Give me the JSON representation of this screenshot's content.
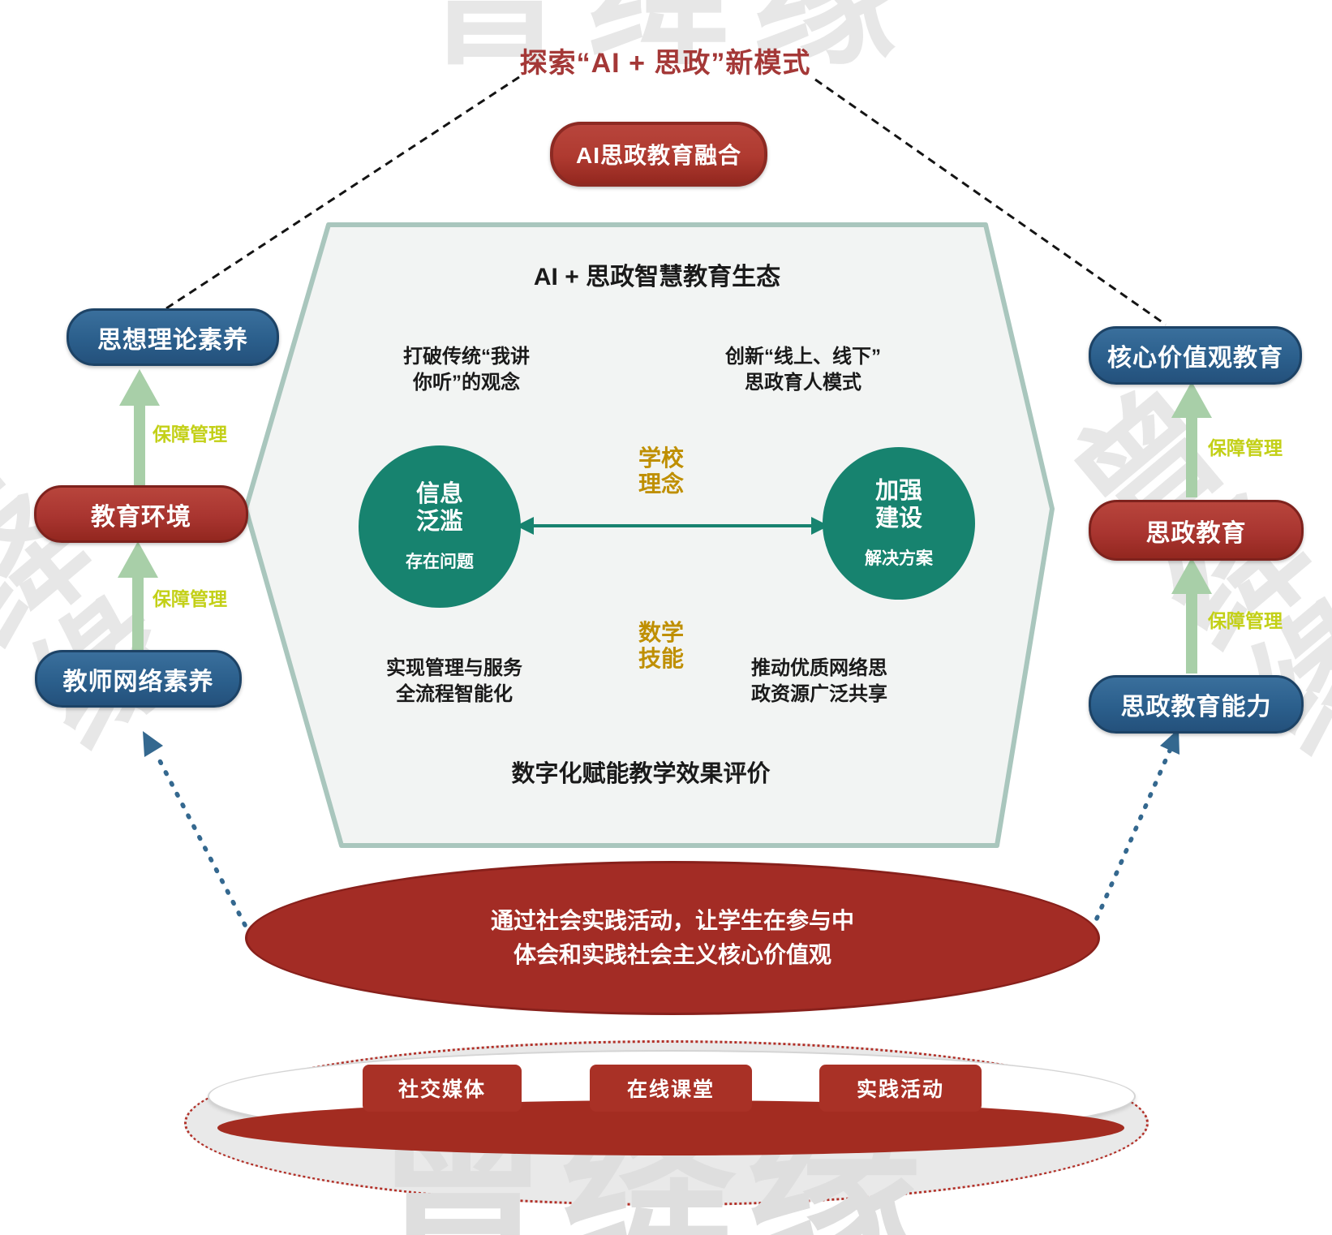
{
  "title": "探索“AI + 思政”新模式",
  "fusion_pill": "AI思政教育融合",
  "hexagon": {
    "heading": "AI + 思政智慧教育生态",
    "blurb_top_left": {
      "line1": "打破传统“我讲",
      "line2": "你听”的观念"
    },
    "blurb_top_right": {
      "line1": "创新“线上、线下”",
      "line2": "思政育人模式"
    },
    "label_top": {
      "line1": "学校",
      "line2": "理念"
    },
    "label_bottom": {
      "line1": "数学",
      "line2": "技能"
    },
    "circle_left": {
      "line1": "信息",
      "line2": "泛滥",
      "caption": "存在问题"
    },
    "circle_right": {
      "line1": "加强",
      "line2": "建设",
      "caption": "解决方案"
    },
    "blurb_bottom_left": {
      "line1": "实现管理与服务",
      "line2": "全流程智能化"
    },
    "blurb_bottom_right": {
      "line1": "推动优质网络思",
      "line2": "政资源广泛共享"
    },
    "footer": "数字化赋能教学效果评价"
  },
  "left_column": {
    "top": "思想理论素养",
    "middle": "教育环境",
    "bottom": "教师网络素养",
    "arrow_label": "保障管理"
  },
  "right_column": {
    "top": "核心价值观教育",
    "middle": "思政教育",
    "bottom": "思政教育能力",
    "arrow_label": "保障管理"
  },
  "practice_ellipse": {
    "line1": "通过社会实践活动，让学生在参与中",
    "line2": "体会和实践社会主义核心价值观"
  },
  "platform": {
    "items": [
      "社交媒体",
      "在线课堂",
      "实践活动"
    ]
  },
  "watermark": {
    "text": "曾绛缘"
  },
  "colors": {
    "title_red": "#A43837",
    "brand_red": "#AF3A30",
    "brand_red_dark": "#8C2A23",
    "pill_red": "#A93530",
    "pill_red_dark": "#7E221D",
    "blue": "#2B5F8C",
    "blue_dark": "#1D4366",
    "teal": "#17836F",
    "hex_fill": "#F2F4F3",
    "hex_border": "#A9C6BD",
    "gold": "#BF8F00",
    "lime": "#C3D017",
    "arrow_green": "#A8CFA8",
    "dash_blue": "#34688F",
    "ellipse_red": "#A32C25",
    "ellipse_red_dark": "#88201B",
    "band_red": "#A32C21",
    "rect_red": "#A93126",
    "disc_gray": "#E9E9E9",
    "dot_red": "#B23028",
    "watermark_gray": "#E7E7E7"
  }
}
